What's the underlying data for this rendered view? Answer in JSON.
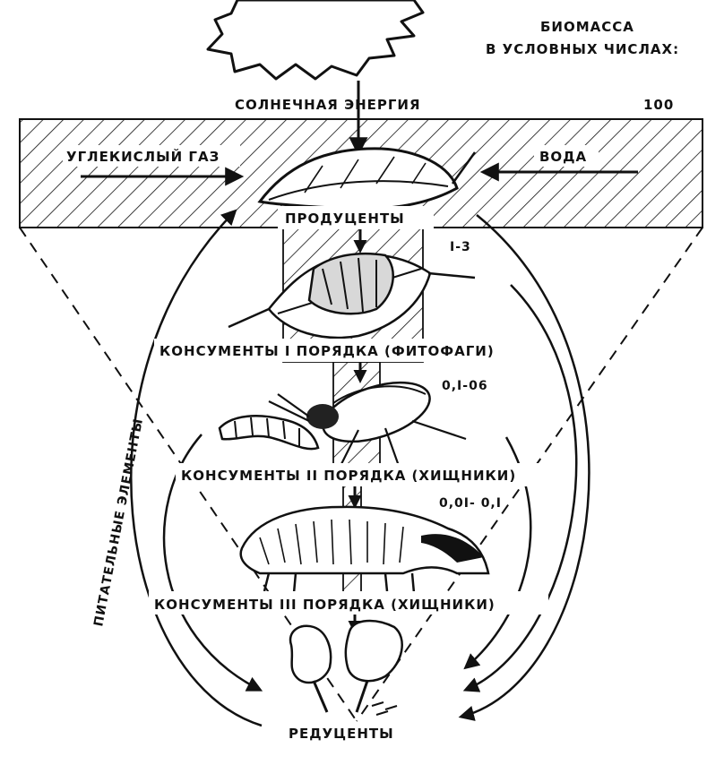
{
  "legend": {
    "line1": "БИОМАССА",
    "line2": "В УСЛОВНЫХ ЧИСЛАХ:"
  },
  "inputs": {
    "solar_energy": "СОЛНЕЧНАЯ ЭНЕРГИЯ",
    "co2": "УГЛЕКИСЛЫЙ ГАЗ",
    "water": "ВОДА"
  },
  "levels": [
    {
      "label": "ПРОДУЦЕНТЫ",
      "value": "100"
    },
    {
      "label": "КОНСУМЕНТЫ I ПОРЯДКА (ФИТОФАГИ)",
      "value": "I-3"
    },
    {
      "label": "КОНСУМЕНТЫ II ПОРЯДКА (ХИЩНИКИ)",
      "value": "0,I-06"
    },
    {
      "label": "КОНСУМЕНТЫ III ПОРЯДКА (ХИЩНИКИ)",
      "value": "0,0I- 0,I"
    },
    {
      "label": "РЕДУЦЕНТЫ",
      "value": ""
    }
  ],
  "side_label": "ПИТАТЕЛЬНЫЕ ЭЛЕМЕНТЫ",
  "icons": {
    "sun": "sun-icon",
    "leaf": "leaf-icon",
    "caterpillar": "caterpillar-icon",
    "beetle": "beetle-icon",
    "larva": "larva-icon",
    "badger": "badger-icon",
    "mushroom": "mushroom-icon"
  },
  "colors": {
    "ink": "#111111",
    "paper": "#ffffff"
  }
}
